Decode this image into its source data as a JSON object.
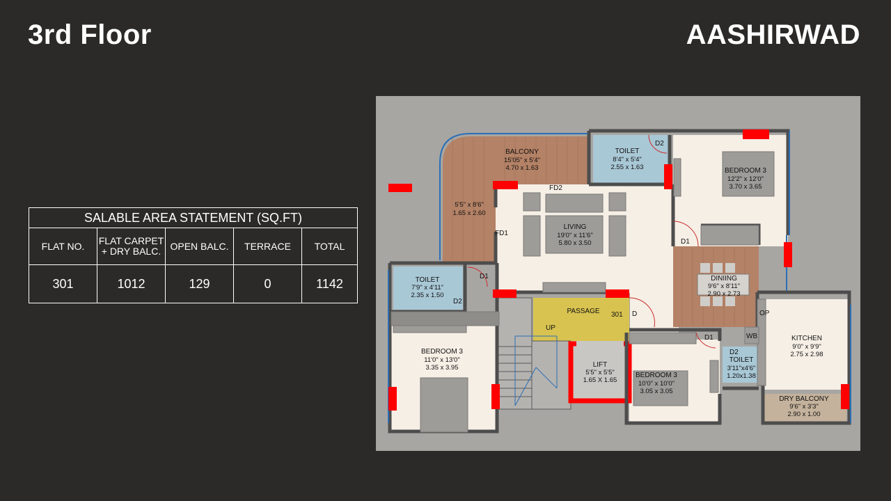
{
  "header": {
    "floor_title": "3rd Floor",
    "brand": "AASHIRWAD"
  },
  "area_statement": {
    "caption": "SALABLE AREA STATEMENT (SQ.FT)",
    "headers": [
      "FLAT NO.",
      "FLAT CARPET + DRY BALC.",
      "OPEN BALC.",
      "TERRACE",
      "TOTAL"
    ],
    "row": [
      "301",
      "1012",
      "129",
      "0",
      "1142"
    ]
  },
  "plan": {
    "rooms": {
      "balcony": {
        "name": "BALCONY",
        "dim_ft": "15'05\" x 5'4\"",
        "dim_m": "4.70 x 1.63"
      },
      "balcony_side": {
        "dim_ft": "5'5\" x 8'6\"",
        "dim_m": "1.65 x 2.60"
      },
      "toilet_top": {
        "name": "TOILET",
        "dim_ft": "8'4\" x 5'4\"",
        "dim_m": "2.55 x 1.63"
      },
      "bedroom_ne": {
        "name": "BEDROOM 3",
        "dim_ft": "12'2\" x 12'0\"",
        "dim_m": "3.70 x 3.65"
      },
      "living": {
        "name": "LIVING",
        "dim_ft": "19'0\" x 11'6\"",
        "dim_m": "5.80 x 3.50"
      },
      "dining": {
        "name": "DINIING",
        "dim_ft": "9'6\" x 8'11\"",
        "dim_m": "2.90 x 2.73"
      },
      "toilet_left": {
        "name": "TOILET",
        "dim_ft": "7'9\" x 4'11\"",
        "dim_m": "2.35 x 1.50"
      },
      "bedroom_sw": {
        "name": "BEDROOM 3",
        "dim_ft": "11'0\" x 13'0\"",
        "dim_m": "3.35 x 3.95"
      },
      "passage": {
        "name": "PASSAGE"
      },
      "lift": {
        "name": "LIFT",
        "dim_ft": "5'5\" x 5'5\"",
        "dim_m": "1.65 X 1.65"
      },
      "bedroom_s": {
        "name": "BEDROOM 3",
        "dim_ft": "10'0\" x 10'0\"",
        "dim_m": "3.05 x 3.05"
      },
      "toilet_small": {
        "name": "TOILET",
        "dim_ft": "3'11\"x4'6\"",
        "dim_m": "1.20x1.38"
      },
      "kitchen": {
        "name": "KITCHEN",
        "dim_ft": "9'0\" x 9'9\"",
        "dim_m": "2.75 x 2.98"
      },
      "dry_balcony": {
        "name": "DRY BALCONY",
        "dim_ft": "9'6\" x 3'3\"",
        "dim_m": "2.90 x 1.00"
      }
    },
    "labels": {
      "fd2": "FD2",
      "fd1": "FD1",
      "d2_top": "D2",
      "d1_bed": "D1",
      "d1_left": "D1",
      "d2_left": "D2",
      "d_pass": "D",
      "flat_no": "301",
      "up": "UP",
      "d1_bed_s": "D1",
      "d2_small": "D2",
      "wb": "WB",
      "op": "OP"
    }
  }
}
